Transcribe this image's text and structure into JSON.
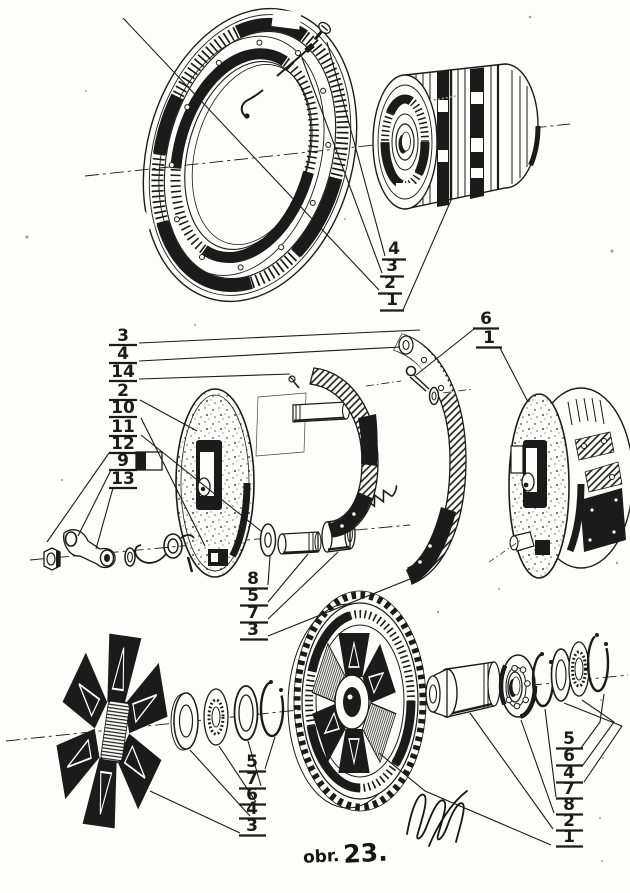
{
  "figure_caption": {
    "prefix": "obr.",
    "number": "23."
  },
  "labels": {
    "top": [
      "4",
      "3",
      "2",
      "1"
    ],
    "mid_left": [
      "3",
      "4",
      "14",
      "2",
      "10",
      "11",
      "12",
      "9",
      "13"
    ],
    "mid_right": [
      "6",
      "1"
    ],
    "mid_bottom": [
      "8",
      "5",
      "7",
      "3"
    ],
    "bottom_left": [
      "5",
      "7",
      "6",
      "4",
      "3"
    ],
    "bottom_right": [
      "5",
      "6",
      "4",
      "7",
      "8",
      "2",
      "1"
    ]
  },
  "colors": {
    "ink": "#1b1b1b",
    "paper": "#fdfdfc"
  }
}
